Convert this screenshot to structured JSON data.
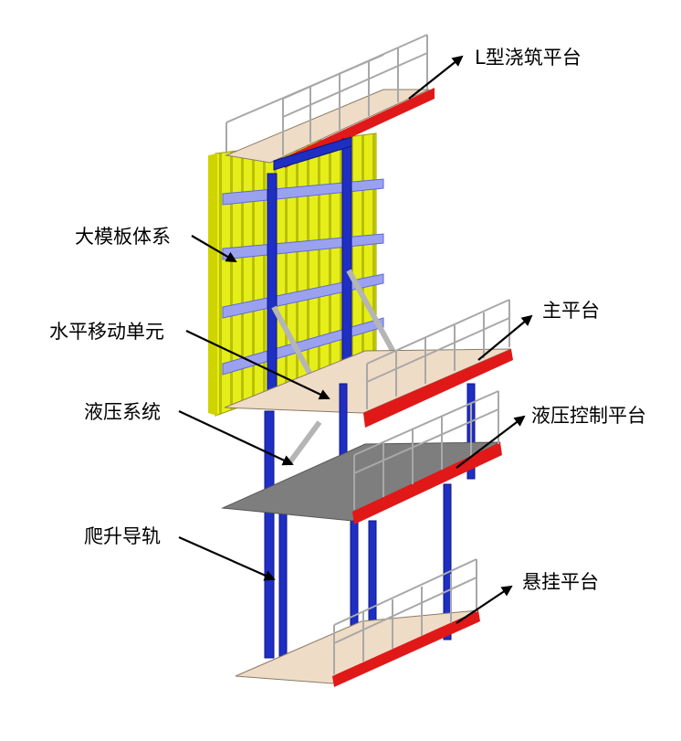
{
  "labels": {
    "l_platform": "L型浇筑平台",
    "formwork": "大模板体系",
    "horizontal_unit": "水平移动单元",
    "main_platform": "主平台",
    "hydraulic_system": "液压系统",
    "hydraulic_control_platform": "液压控制平台",
    "climbing_rail": "爬升导轨",
    "hanging_platform": "悬挂平台"
  },
  "colors": {
    "frame_blue": "#1f2fc4",
    "formwork_yellow": "#e6ee1a",
    "deck": "#efdcc6",
    "toe_board_red": "#e01818",
    "rail_grey": "#a8a8a8",
    "label_text": "#000000"
  }
}
